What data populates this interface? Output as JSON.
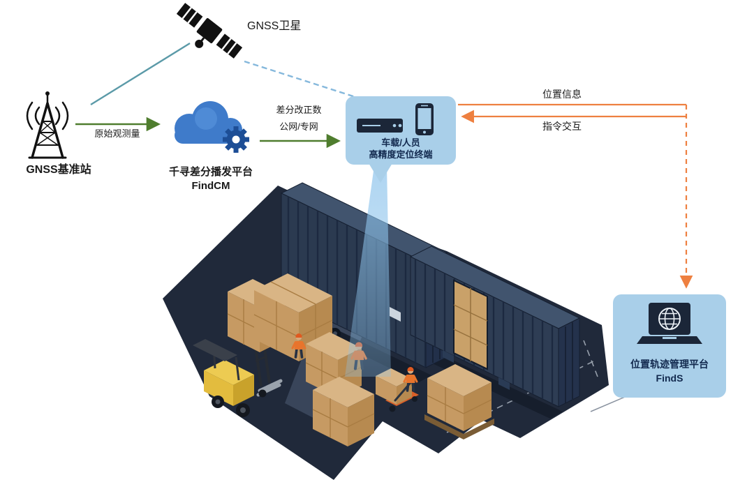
{
  "nodes": {
    "satellite": {
      "label": "GNSS卫星"
    },
    "base_station": {
      "label": "GNSS基准站"
    },
    "cloud": {
      "name": "千寻差分播发平台",
      "product": "FindCM"
    },
    "terminal": {
      "line1": "车载/人员",
      "line2": "高精度定位终端"
    },
    "platform": {
      "name": "位置轨迹管理平台",
      "product": "FindS"
    }
  },
  "flows": {
    "raw_observation": "原始观测量",
    "correction_line1": "差分改正数",
    "correction_line2": "公网/专网",
    "position_info": "位置信息",
    "command_interaction": "指令交互"
  },
  "icons": {
    "satellite": "gnss-satellite-icon",
    "base_station": "radio-tower-icon",
    "cloud": "cloud-gear-icon",
    "terminal": [
      "receiver-box-icon",
      "smartphone-icon"
    ],
    "platform": "laptop-globe-icon"
  },
  "colors": {
    "green_arrow": "#4f7d2e",
    "orange_arrow": "#ee8040",
    "teal_line": "#5b9aa8",
    "blue_dashed_line": "#85b8dc",
    "panel_bg": "#a9cfe9",
    "panel_text": "#12294e",
    "cloud_blue": "#3f7bca",
    "gear_blue": "#1d4e96",
    "container_navy": "#2b3a50",
    "floor_navy": "#20293a",
    "crate_tan": "#d9b585",
    "forklift_yellow": "#e3bc3e",
    "beam_blue": "#8ec4ec",
    "text_dark": "#1a1a1a"
  }
}
